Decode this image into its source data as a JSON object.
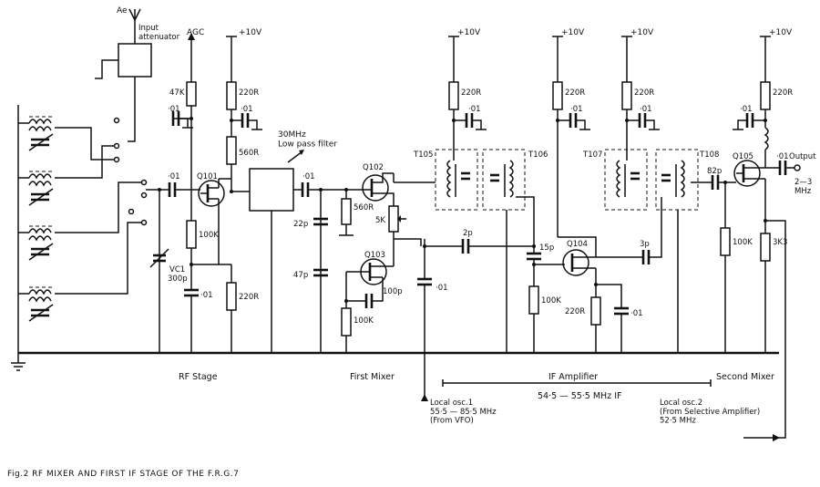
{
  "antenna": {
    "label": "Ae",
    "attenuator": "Input\nattenuator"
  },
  "supply": {
    "agc": "AGC",
    "v10": "+10V"
  },
  "filter": {
    "label": "30MHz\nLow pass filter"
  },
  "components": {
    "c_01": "·01",
    "r47k": "47K",
    "r220": "220R",
    "r560": "560R",
    "r100k": "100K",
    "r5k": "5K",
    "r3k3": "3K3",
    "c22p": "22p",
    "c47p": "47p",
    "c2p": "2p",
    "c3p": "3p",
    "c15p": "15p",
    "c82p": "82p",
    "c100p": "100p",
    "vc1": "VC1",
    "vc1_val": "300p",
    "q101": "Q101",
    "q102": "Q102",
    "q103": "Q103",
    "q104": "Q104",
    "q105": "Q105",
    "t105": "T105",
    "t106": "T106",
    "t107": "T107",
    "t108": "T108"
  },
  "output": {
    "label": "Output",
    "freq": "2—3\nMHz"
  },
  "stages": {
    "rf": "RF Stage",
    "mixer1": "First Mixer",
    "if_amp": "IF Amplifier",
    "if_range": "54·5 — 55·5 MHz IF",
    "mixer2": "Second Mixer"
  },
  "local_osc1": "Local osc.1\n55·5 — 85·5 MHz\n(From VFO)",
  "local_osc2": "Local osc.2\n(From Selective Amplifier)\n52·5 MHz",
  "caption": "Fig.2    RF  MIXER AND FIRST IF STAGE OF THE  F.R.G.7"
}
